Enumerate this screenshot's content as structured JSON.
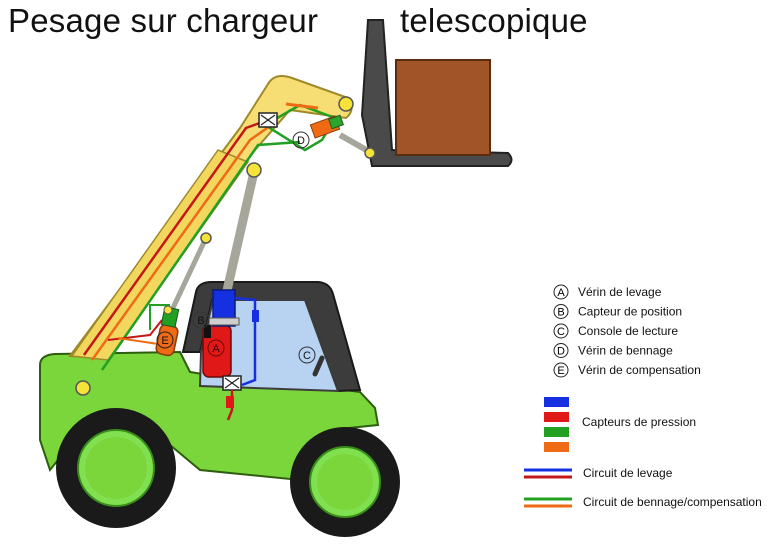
{
  "title": {
    "part1": "Pesage sur chargeur",
    "part2": "telescopique"
  },
  "markers": {
    "A": "A",
    "B": "B",
    "C": "C",
    "D": "D",
    "E": "E"
  },
  "legend": {
    "items": [
      {
        "letter": "A",
        "label": "Vérin de levage"
      },
      {
        "letter": "B",
        "label": "Capteur de position"
      },
      {
        "letter": "C",
        "label": "Console de lecture"
      },
      {
        "letter": "D",
        "label": "Vérin de bennage"
      },
      {
        "letter": "E",
        "label": "Vérin de compensation"
      }
    ],
    "sensors_label": "Capteurs de pression",
    "sensor_colors": [
      "#1530e0",
      "#e01818",
      "#22a022",
      "#ee6a14"
    ],
    "circuit_lift_label": "Circuit de levage",
    "circuit_lift_colors": [
      "#1530e0",
      "#c41818"
    ],
    "circuit_tilt_label": "Circuit de bennage/compensation",
    "circuit_tilt_colors": [
      "#22a022",
      "#ee6a14"
    ]
  },
  "colors": {
    "body": "#7ad63a",
    "boom": "#f6de74",
    "cab_glass": "#b8d2f2",
    "load": "#a05428",
    "fork": "#4a4a4a",
    "tire": "#1a1a1a",
    "hub": "#80e050"
  }
}
